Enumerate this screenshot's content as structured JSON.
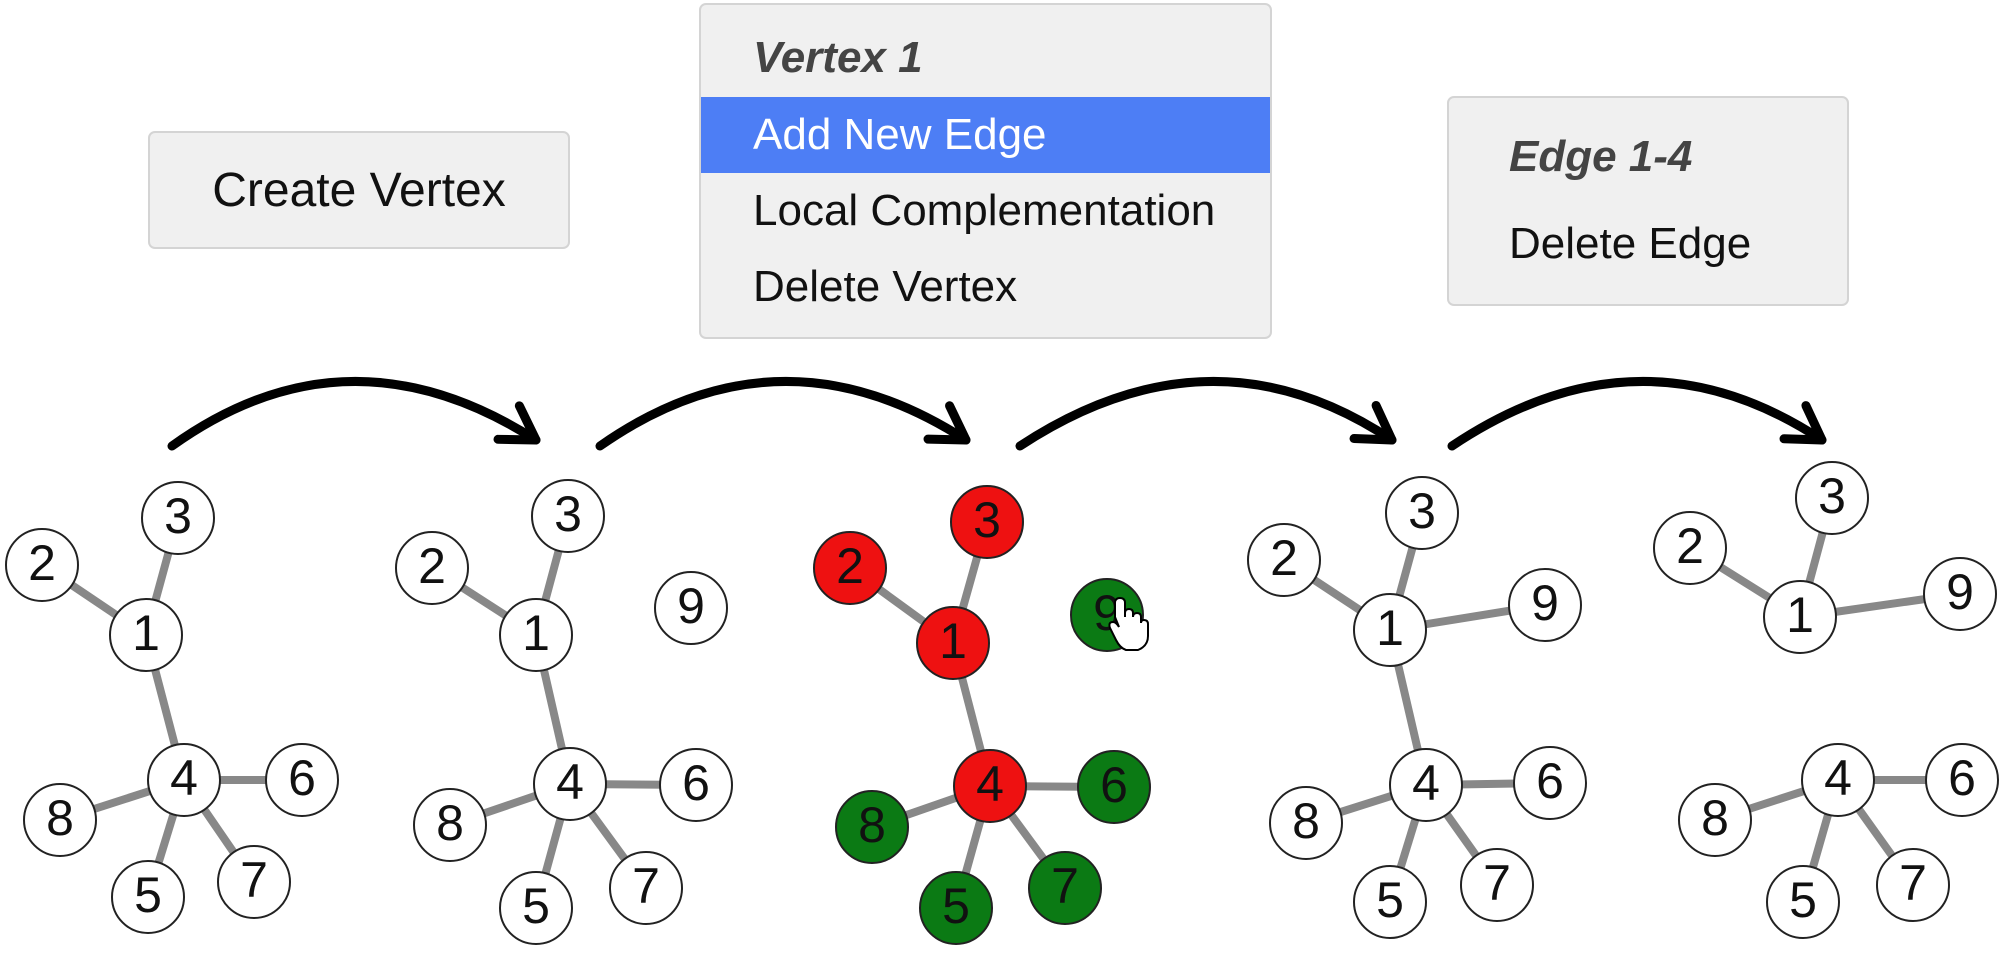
{
  "create_button": {
    "label": "Create Vertex"
  },
  "vertex_menu": {
    "title": "Vertex 1",
    "items": [
      {
        "label": "Add New Edge",
        "selected": true
      },
      {
        "label": "Local Complementation",
        "selected": false
      },
      {
        "label": "Delete Vertex",
        "selected": false
      }
    ]
  },
  "edge_menu": {
    "title": "Edge 1-4",
    "items": [
      {
        "label": "Delete Edge"
      }
    ]
  },
  "colors": {
    "node_default": "#ffffff",
    "node_red": "#ee1111",
    "node_green": "#0b7a14",
    "edge": "#888888",
    "arrow": "#000000",
    "menu_selected": "#4d7ef5"
  },
  "graph_states": [
    {
      "step": 1,
      "vertices": [
        "1",
        "2",
        "3",
        "4",
        "5",
        "6",
        "7",
        "8"
      ],
      "edges": [
        [
          "1",
          "2"
        ],
        [
          "1",
          "3"
        ],
        [
          "1",
          "4"
        ],
        [
          "4",
          "5"
        ],
        [
          "4",
          "6"
        ],
        [
          "4",
          "7"
        ],
        [
          "4",
          "8"
        ]
      ],
      "red": [],
      "green": []
    },
    {
      "step": 2,
      "vertices": [
        "1",
        "2",
        "3",
        "4",
        "5",
        "6",
        "7",
        "8",
        "9"
      ],
      "edges": [
        [
          "1",
          "2"
        ],
        [
          "1",
          "3"
        ],
        [
          "1",
          "4"
        ],
        [
          "4",
          "5"
        ],
        [
          "4",
          "6"
        ],
        [
          "4",
          "7"
        ],
        [
          "4",
          "8"
        ]
      ],
      "red": [],
      "green": []
    },
    {
      "step": 3,
      "vertices": [
        "1",
        "2",
        "3",
        "4",
        "5",
        "6",
        "7",
        "8",
        "9"
      ],
      "edges": [
        [
          "1",
          "2"
        ],
        [
          "1",
          "3"
        ],
        [
          "1",
          "4"
        ],
        [
          "4",
          "5"
        ],
        [
          "4",
          "6"
        ],
        [
          "4",
          "7"
        ],
        [
          "4",
          "8"
        ]
      ],
      "red": [
        "1",
        "2",
        "3",
        "4"
      ],
      "green": [
        "5",
        "6",
        "7",
        "8",
        "9"
      ],
      "cursor_on": "9"
    },
    {
      "step": 4,
      "vertices": [
        "1",
        "2",
        "3",
        "4",
        "5",
        "6",
        "7",
        "8",
        "9"
      ],
      "edges": [
        [
          "1",
          "2"
        ],
        [
          "1",
          "3"
        ],
        [
          "1",
          "4"
        ],
        [
          "1",
          "9"
        ],
        [
          "4",
          "5"
        ],
        [
          "4",
          "6"
        ],
        [
          "4",
          "7"
        ],
        [
          "4",
          "8"
        ]
      ],
      "red": [],
      "green": []
    },
    {
      "step": 5,
      "vertices": [
        "1",
        "2",
        "3",
        "4",
        "5",
        "6",
        "7",
        "8",
        "9"
      ],
      "edges": [
        [
          "1",
          "2"
        ],
        [
          "1",
          "3"
        ],
        [
          "1",
          "9"
        ],
        [
          "4",
          "5"
        ],
        [
          "4",
          "6"
        ],
        [
          "4",
          "7"
        ],
        [
          "4",
          "8"
        ]
      ],
      "red": [],
      "green": []
    }
  ]
}
